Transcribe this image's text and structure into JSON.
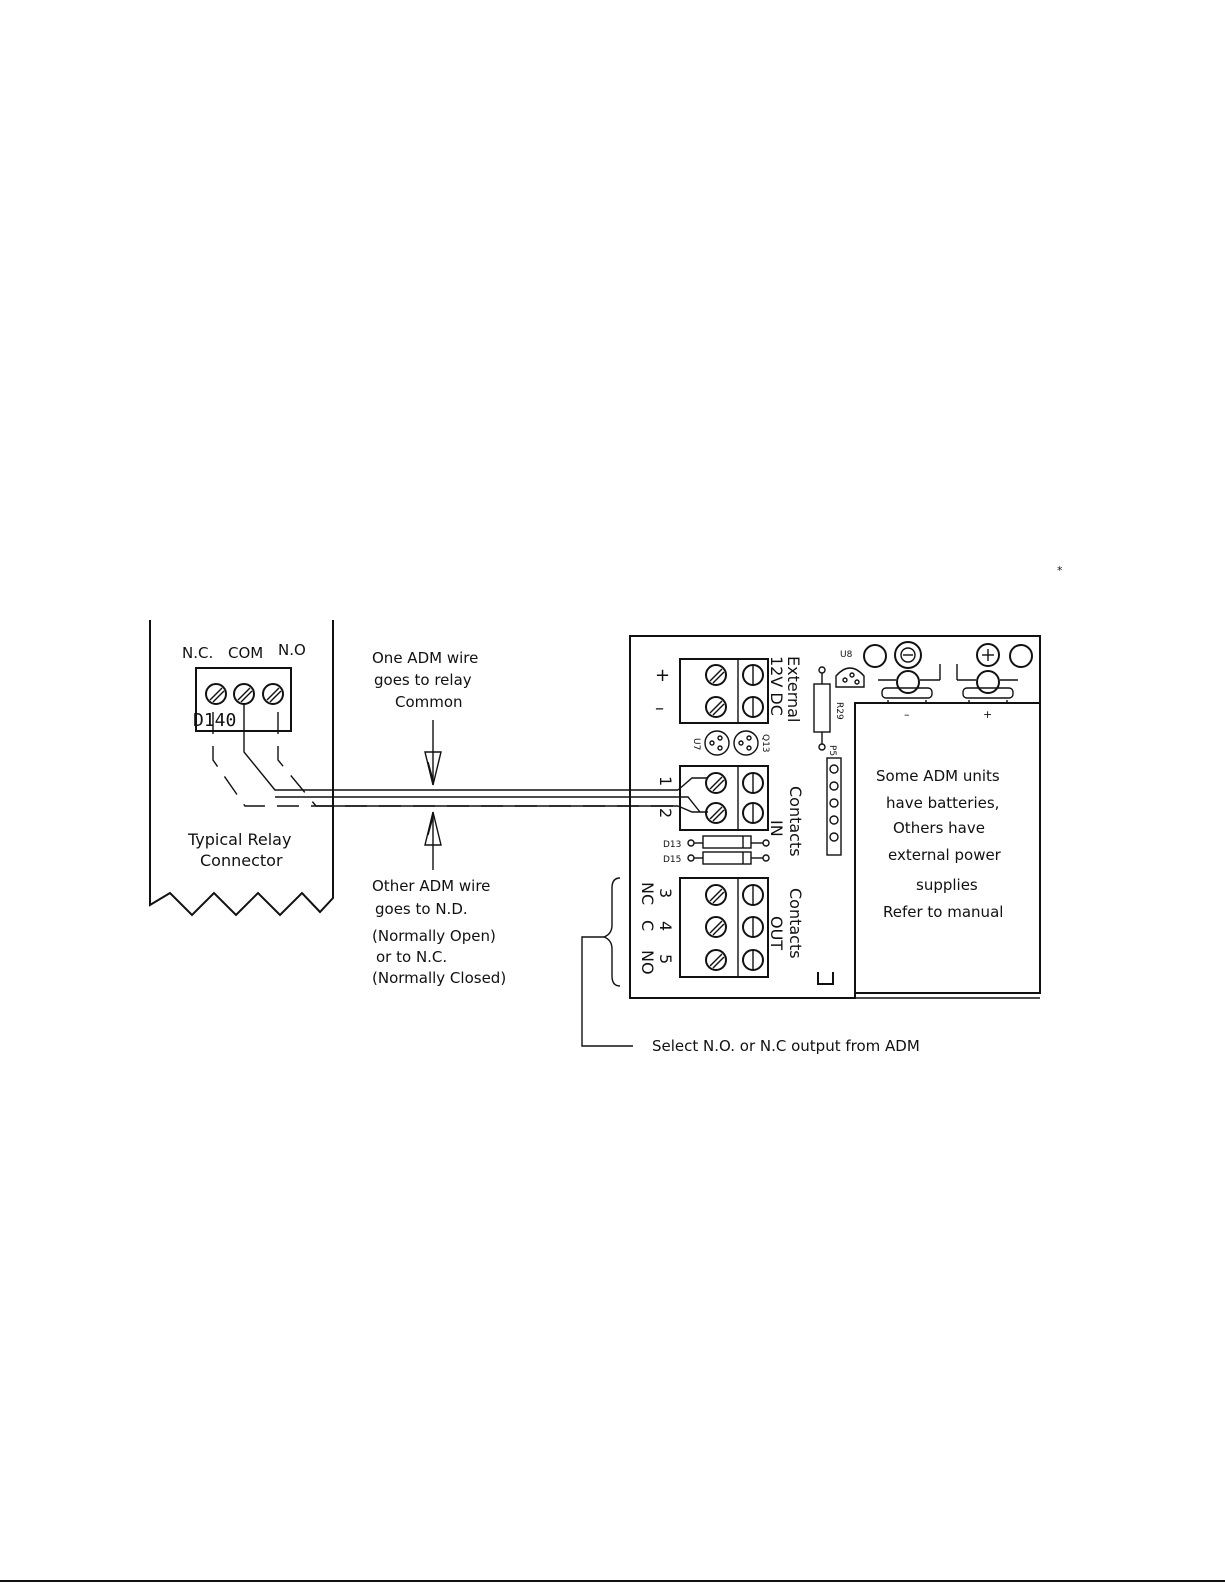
{
  "relay": {
    "nc_label": "N.C.",
    "com_label": "COM",
    "no_label": "N.O",
    "ref": "D140",
    "caption_line1": "Typical Relay",
    "caption_line2": "Connector"
  },
  "annotations": {
    "one_wire": [
      "One ADM wire",
      "goes to relay",
      "Common"
    ],
    "other_wire": [
      "Other ADM wire",
      "goes to N.D.",
      "(Normally Open)",
      "or to N.C.",
      "(Normally Closed)"
    ],
    "select_output": "Select N.O. or N.C output from ADM",
    "battery_note": [
      "Some ADM units",
      "have batteries,",
      "Others have",
      "external power",
      "supplies",
      "Refer to manual"
    ],
    "star": "*"
  },
  "board": {
    "plus": "+",
    "minus": "–",
    "external_label": "External",
    "dc_label": "12V DC",
    "contacts_in_label": "Contacts",
    "in_label": "IN",
    "contacts_out_label": "Contacts",
    "out_label": "OUT",
    "pin1": "1",
    "pin2": "2",
    "pin3": "3",
    "pin4": "4",
    "pin5": "5",
    "nc": "NC",
    "c": "C",
    "no": "NO",
    "u8": "U8",
    "u7": "U7",
    "q13": "Q13",
    "r29": "R29",
    "p5": "P5",
    "d13": "D13",
    "d15": "D15",
    "bat_minus": "–",
    "bat_plus": "+"
  }
}
